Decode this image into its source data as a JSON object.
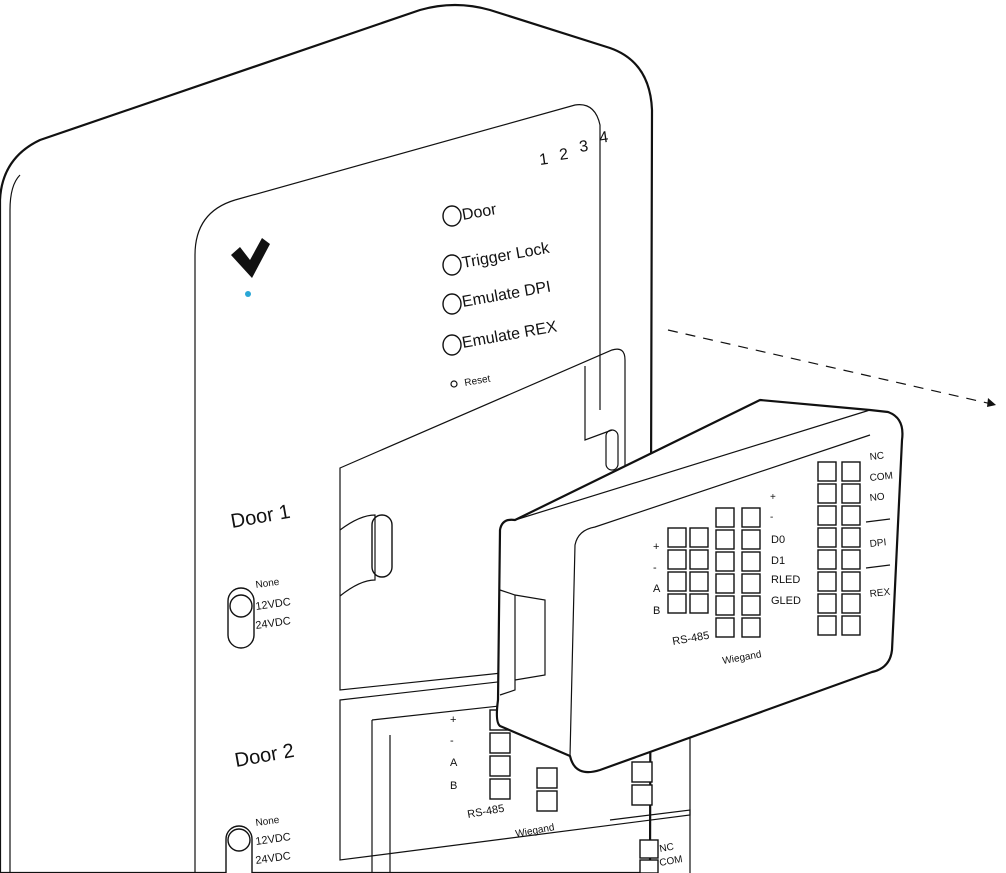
{
  "panel": {
    "channel_numbers": [
      "1",
      "2",
      "3",
      "4"
    ],
    "buttons": [
      {
        "label": "Door"
      },
      {
        "label": "Trigger Lock"
      },
      {
        "label": "Emulate DPI"
      },
      {
        "label": "Emulate REX"
      }
    ],
    "reset_label": "Reset",
    "status_led_color": "#2aa7d6",
    "logo_icon": "checkmark-logo"
  },
  "doors": [
    {
      "title": "Door 1",
      "voltage_options": [
        "None",
        "12VDC",
        "24VDC"
      ]
    },
    {
      "title": "Door 2",
      "voltage_options": [
        "None",
        "12VDC",
        "24VDC"
      ]
    }
  ],
  "module": {
    "rs485": {
      "pins": [
        "+",
        "-",
        "A",
        "B"
      ],
      "label": "RS-485"
    },
    "wiegand": {
      "pins": [
        "+",
        "-",
        "D0",
        "D1",
        "RLED",
        "GLED"
      ],
      "label": "Wiegand"
    },
    "relay": {
      "pins": [
        "NC",
        "COM",
        "NO"
      ]
    },
    "inputs": [
      "DPI",
      "REX"
    ]
  },
  "door2_module": {
    "rs485": {
      "pins": [
        "+",
        "-",
        "A",
        "B"
      ],
      "label": "RS-485"
    },
    "wiegand_label": "Wiegand",
    "relay_pins": [
      "NC",
      "COM"
    ]
  }
}
